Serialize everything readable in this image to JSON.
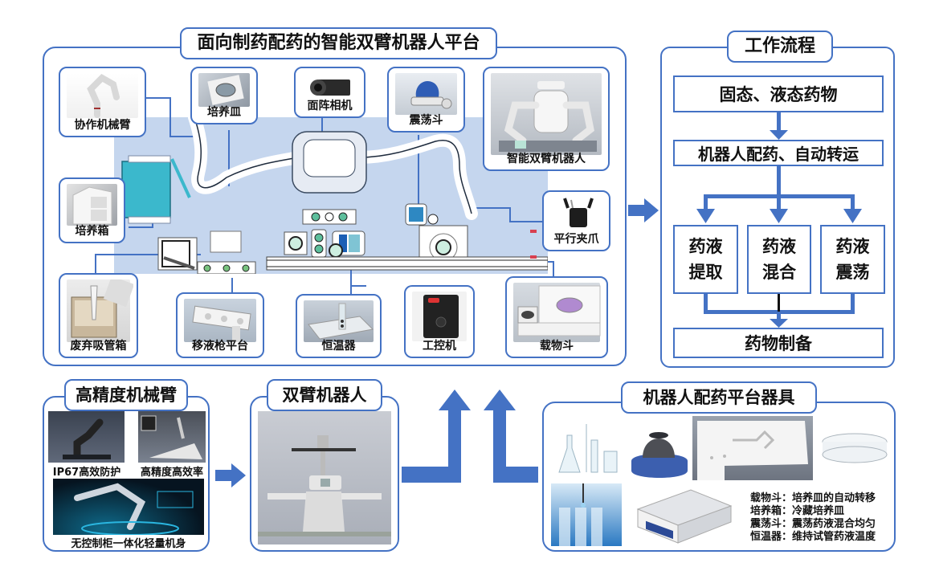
{
  "colors": {
    "accent": "#4472c4",
    "platform_bg": "#c5d6ee",
    "text": "#111111"
  },
  "platform": {
    "title": "面向制药配药的智能双臂机器人平台",
    "components": [
      {
        "id": "cobot",
        "label": "协作机械臂",
        "icon": "robot-arm-icon"
      },
      {
        "id": "petri",
        "label": "培养皿",
        "icon": "petri-dish-icon"
      },
      {
        "id": "camera",
        "label": "面阵相机",
        "icon": "camera-icon"
      },
      {
        "id": "shaker",
        "label": "震荡斗",
        "icon": "vortex-shaker-icon"
      },
      {
        "id": "dual_robot",
        "label": "智能双臂机器人",
        "icon": "dual-arm-robot-icon"
      },
      {
        "id": "incubator",
        "label": "培养箱",
        "icon": "incubator-icon"
      },
      {
        "id": "gripper",
        "label": "平行夹爪",
        "icon": "gripper-icon"
      },
      {
        "id": "waste",
        "label": "废弃吸管箱",
        "icon": "waste-box-icon"
      },
      {
        "id": "pipette",
        "label": "移液枪平台",
        "icon": "pipette-platform-icon"
      },
      {
        "id": "thermostat",
        "label": "恒温器",
        "icon": "thermostat-icon"
      },
      {
        "id": "ipc",
        "label": "工控机",
        "icon": "industrial-pc-icon"
      },
      {
        "id": "carrier",
        "label": "载物斗",
        "icon": "carrier-tray-icon"
      }
    ]
  },
  "workflow": {
    "title": "工作流程",
    "steps": {
      "input": "固态、液态药物",
      "transfer": "机器人配药、自动转运",
      "branches": [
        {
          "line1": "药液",
          "line2": "提取"
        },
        {
          "line1": "药液",
          "line2": "混合"
        },
        {
          "line1": "药液",
          "line2": "震荡"
        }
      ],
      "output": "药物制备"
    }
  },
  "arm_panel": {
    "title": "高精度机械臂",
    "features": [
      "IP67高效防护",
      "高精度高效率",
      "无控制柜一体化轻量机身"
    ]
  },
  "robot_panel": {
    "title": "双臂机器人"
  },
  "tools_panel": {
    "title": "机器人配药平台器具",
    "legend": [
      {
        "name": "载物斗",
        "desc": "培养皿的自动转移"
      },
      {
        "name": "培养箱",
        "desc": "冷藏培养皿"
      },
      {
        "name": "震荡斗",
        "desc": "震荡药液混合均匀"
      },
      {
        "name": "恒温器",
        "desc": "维持试管药液温度"
      }
    ],
    "separator": "："
  }
}
